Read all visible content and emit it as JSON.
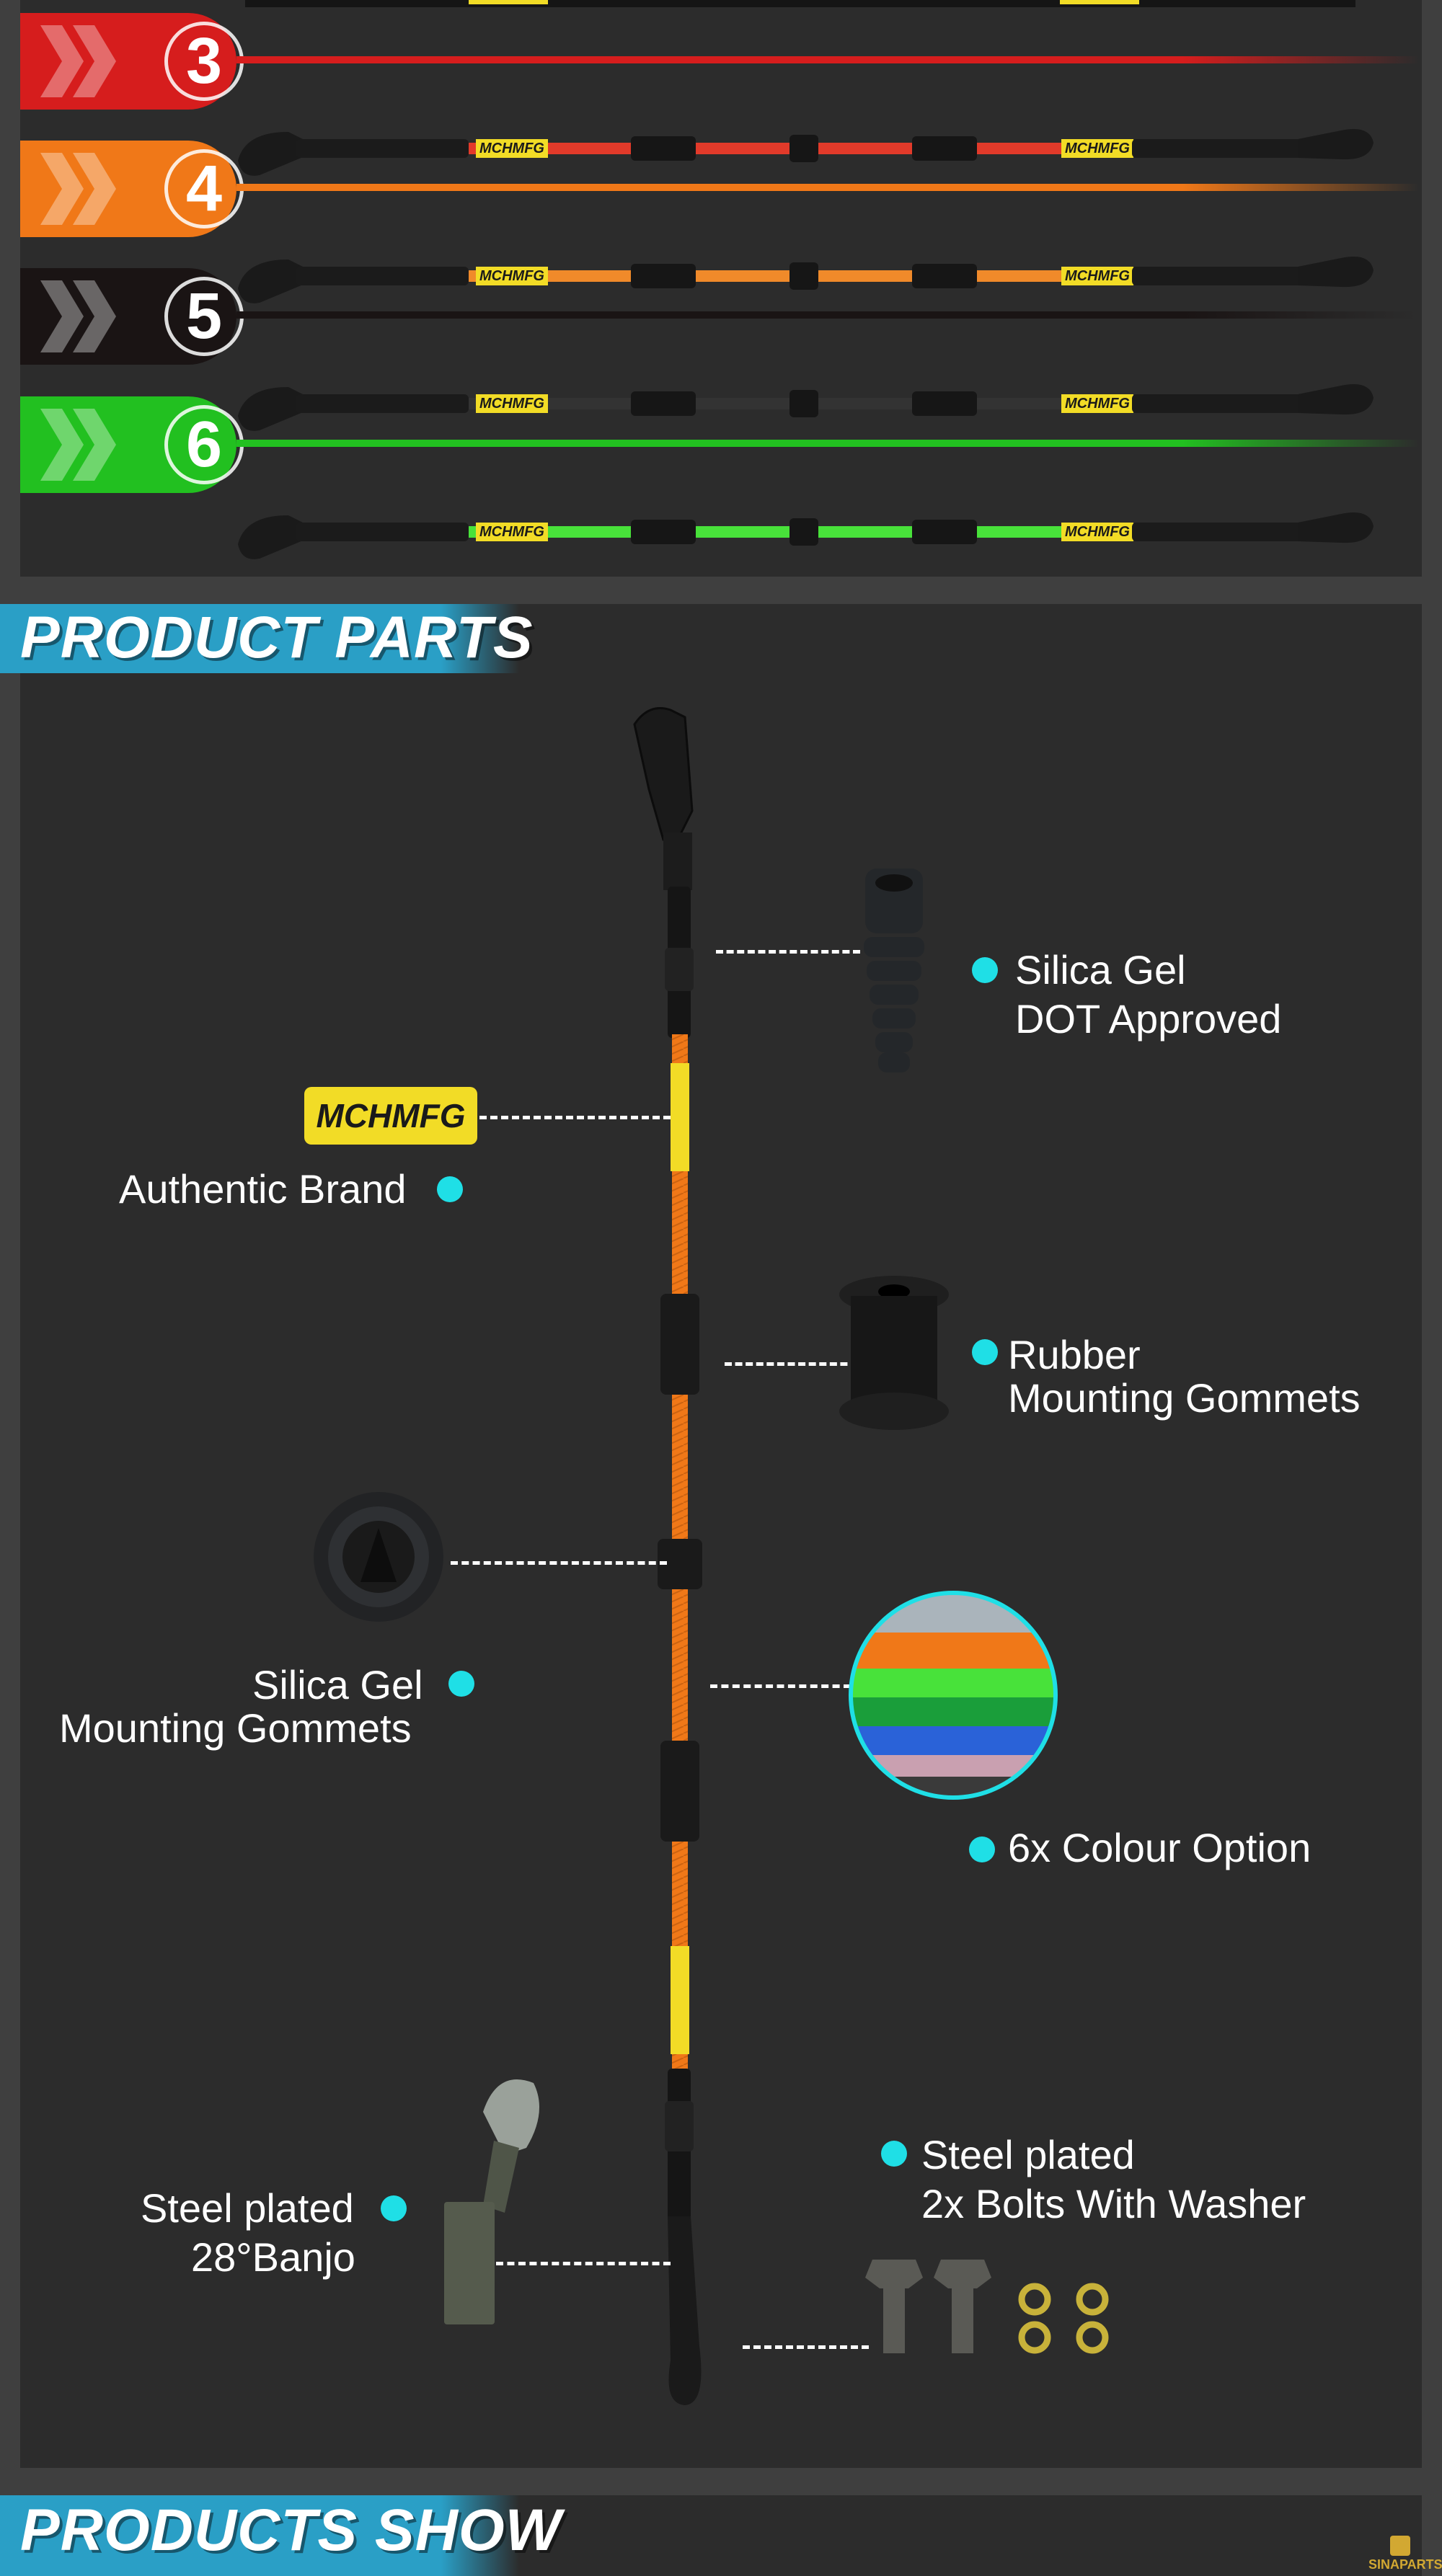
{
  "colour_rows": [
    {
      "number": "3",
      "color": "#d61d1d",
      "sleeve": "#e23a2a"
    },
    {
      "number": "4",
      "color": "#f07818",
      "sleeve": "#f08a2a"
    },
    {
      "number": "5",
      "color": "#1a1414",
      "sleeve": "#333333"
    },
    {
      "number": "6",
      "color": "#22c020",
      "sleeve": "#48e23a"
    }
  ],
  "brand_tag": "MCHMFG",
  "sections": {
    "parts_title": "PRODUCT  PARTS",
    "show_title": "PRODUCTS SHOW"
  },
  "parts": {
    "silica_dot": {
      "line1": "Silica Gel",
      "line2": "DOT Approved"
    },
    "brand": {
      "line1": "Authentic Brand"
    },
    "rubber": {
      "line1": "Rubber",
      "line2": "Mounting Gommets"
    },
    "silica_mount": {
      "line1": "Silica Gel",
      "line2": "Mounting Gommets"
    },
    "colour": {
      "line1": "6x Colour Option"
    },
    "bolts": {
      "line1": "Steel plated",
      "line2": "2x Bolts With Washer"
    },
    "banjo": {
      "line1": "Steel plated",
      "line2": "28°Banjo"
    }
  },
  "watermark": "SINAPARTS",
  "colors": {
    "accent": "#1fdfe6",
    "header": "#2a9fc6",
    "hose": "#f07818",
    "tag": "#f2dc26"
  }
}
